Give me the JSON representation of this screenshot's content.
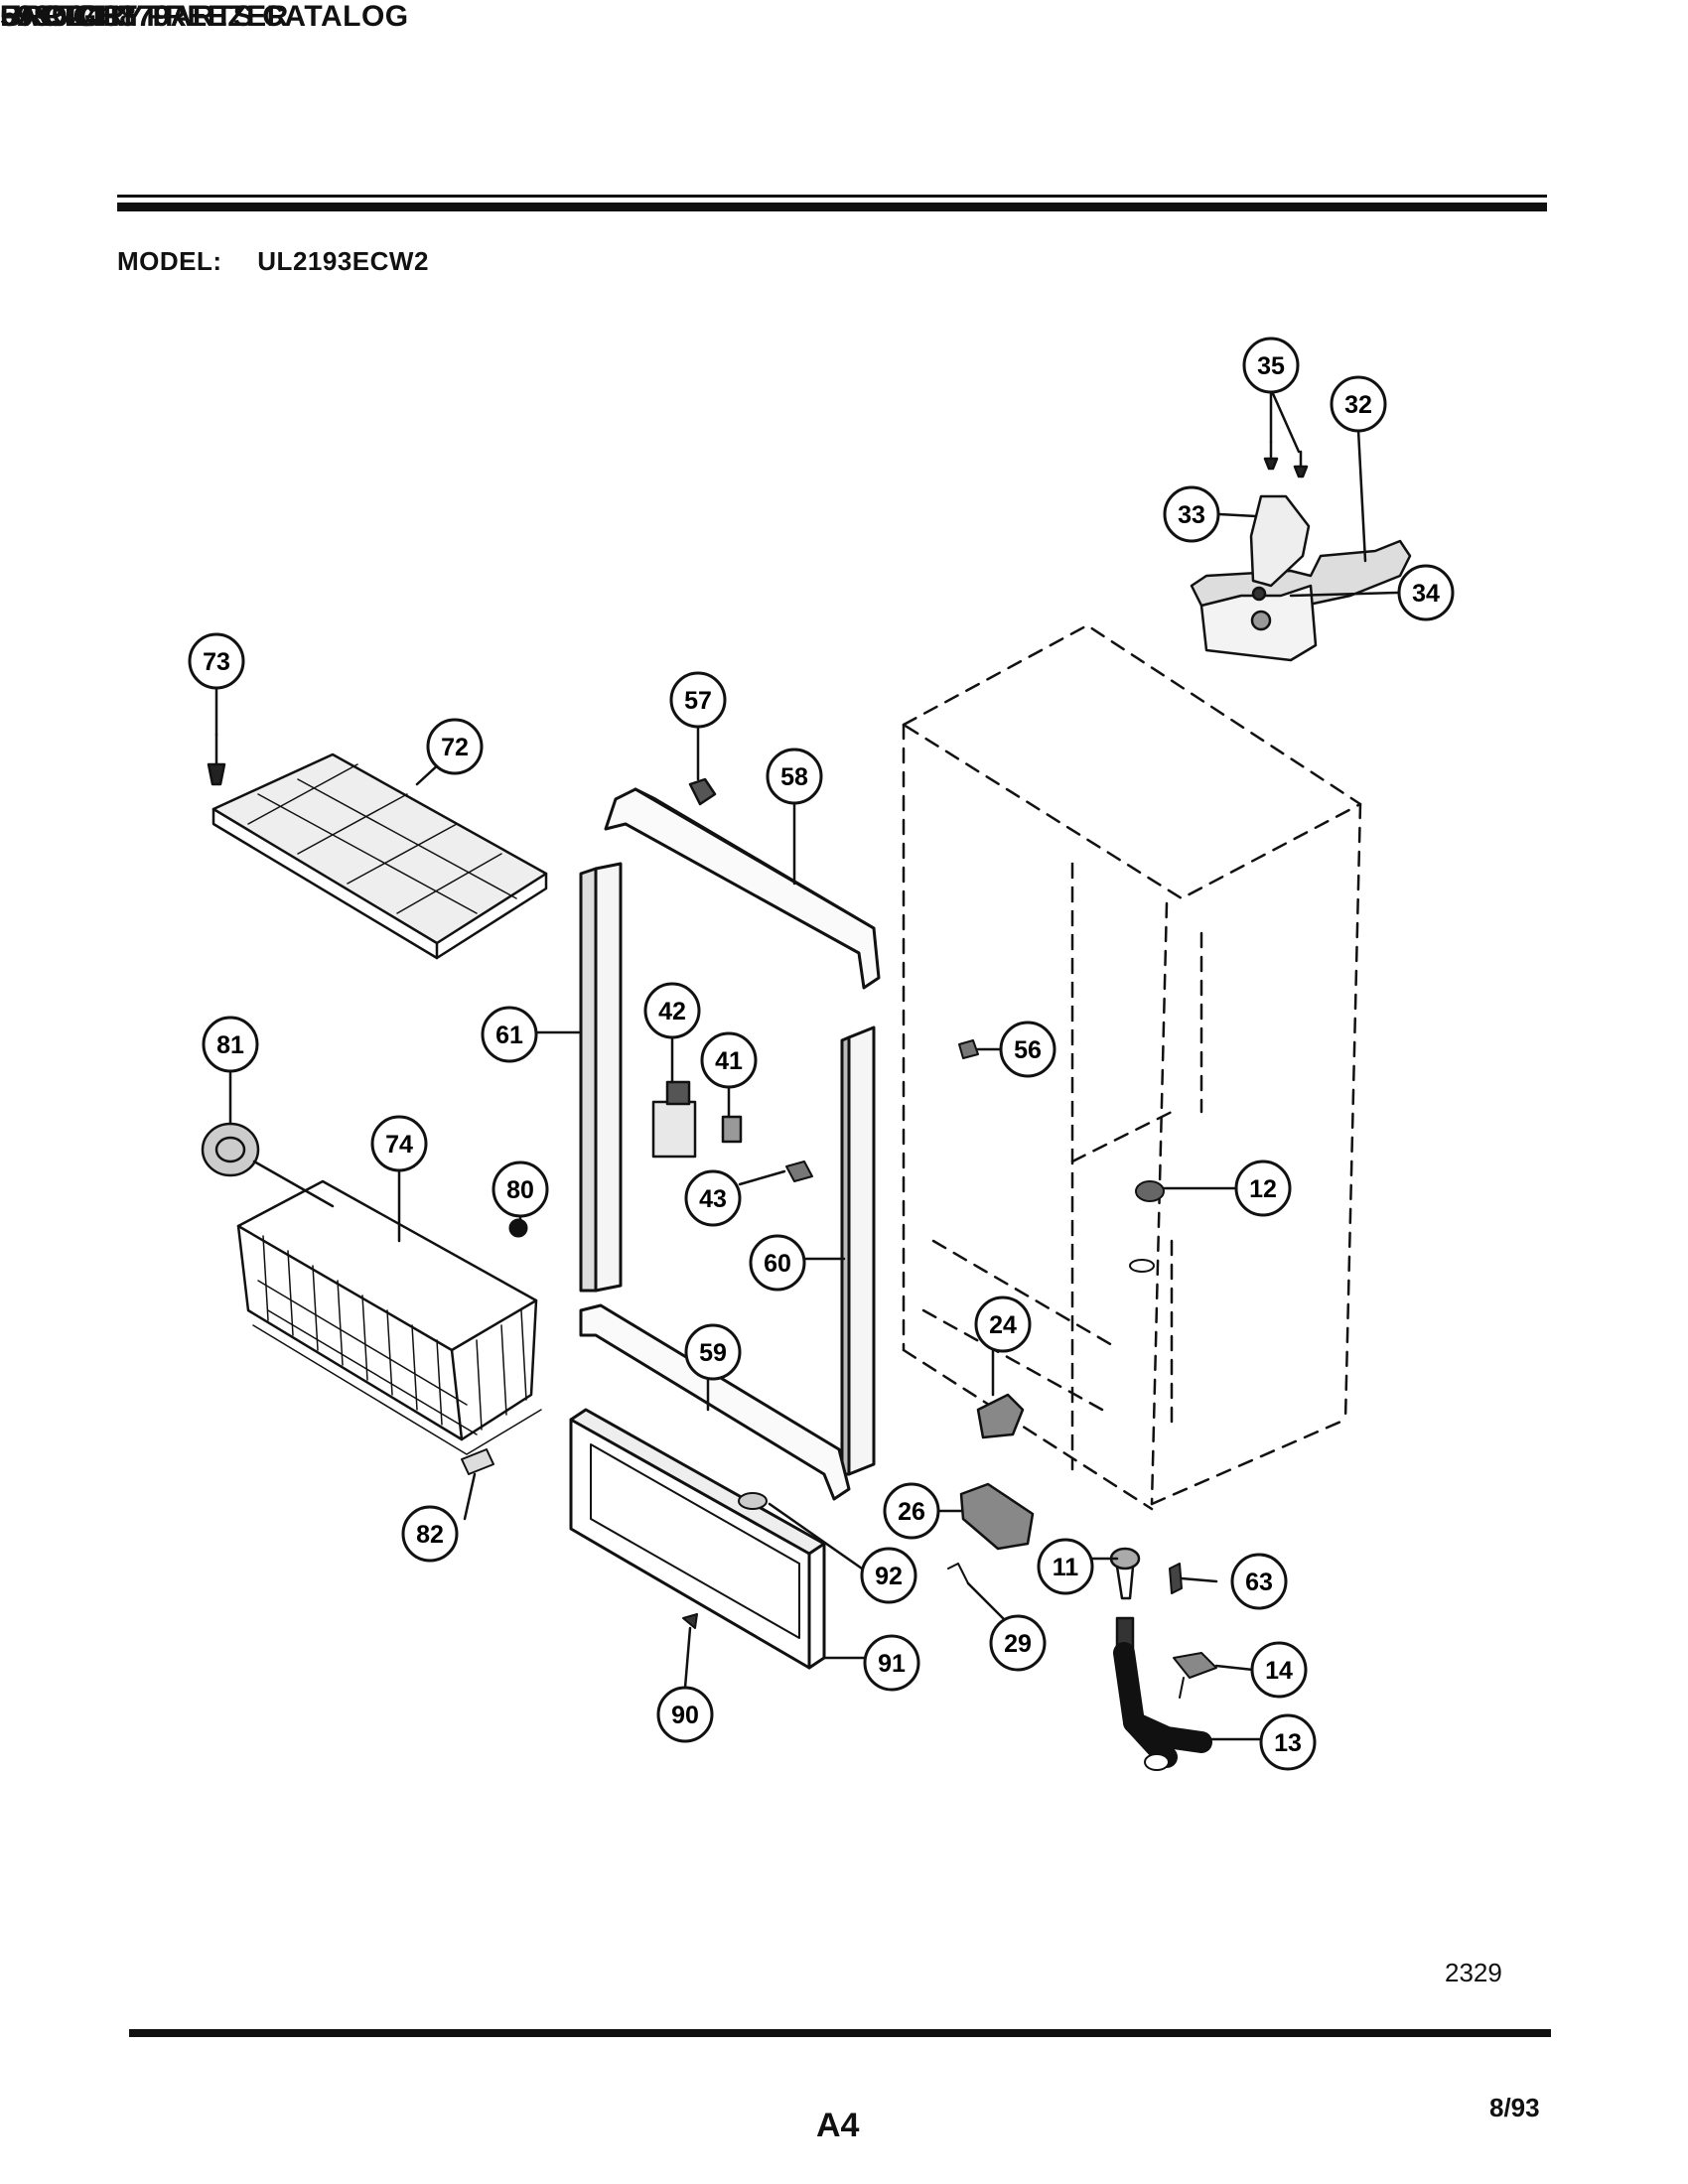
{
  "header": {
    "brand": "BROICH",
    "product": "UPRIGHT FREEZER",
    "catalog_title": "FACTORY PARTS CATALOG",
    "catalog_number": "5995243879"
  },
  "model": {
    "label": "MODEL:",
    "value": "UL2193ECW2"
  },
  "diagram": {
    "callouts": {
      "p35": "35",
      "p32": "32",
      "p33": "33",
      "p34": "34",
      "p73": "73",
      "p72": "72",
      "p57": "57",
      "p58": "58",
      "p61": "61",
      "p42": "42",
      "p41": "41",
      "p56": "56",
      "p81": "81",
      "p74": "74",
      "p80": "80",
      "p43": "43",
      "p12": "12",
      "p60": "60",
      "p24": "24",
      "p59": "59",
      "p26": "26",
      "p82": "82",
      "p92": "92",
      "p11": "11",
      "p63": "63",
      "p29": "29",
      "p14": "14",
      "p91": "91",
      "p90": "90",
      "p13": "13"
    }
  },
  "footer": {
    "drawing_number": "2329",
    "page_id": "A4",
    "revision_date": "8/93"
  }
}
